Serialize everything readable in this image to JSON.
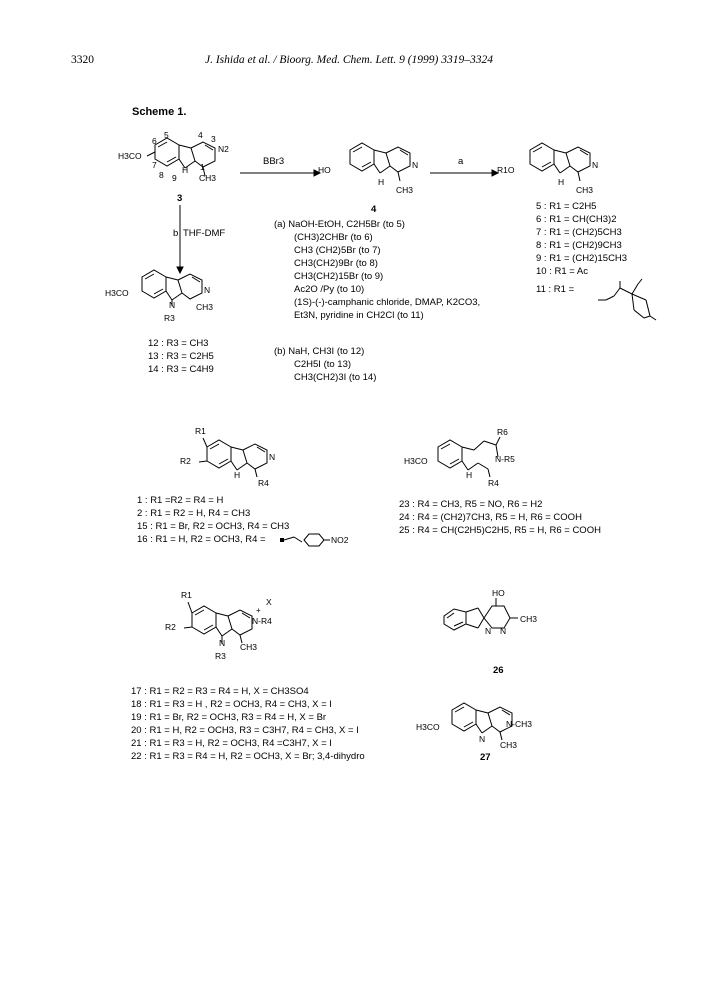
{
  "header": {
    "page_number": "3320",
    "running_title": "J. Ishida et al. / Bioorg. Med. Chem. Lett. 9 (1999) 3319–3324"
  },
  "scheme": {
    "title": "Scheme 1.",
    "arrow_bbr3": "BBr3",
    "arrow_a": "a",
    "arrow_b": "b",
    "arrow_b_reagent": "THF-DMF",
    "cmpd_3": "3",
    "cmpd_4": "4",
    "conditions_a": [
      "(a)  NaOH-EtOH, C2H5Br (to 5)",
      "(CH3)2CHBr (to 6)",
      "CH3 (CH2)5Br (to 7)",
      "CH3(CH2)9Br (to 8)",
      "CH3(CH2)15Br (to 9)",
      "Ac2O /Py (to 10)",
      "(1S)-(-)-camphanic chloride, DMAP, K2CO3,",
      "Et3N, pyridine in CH2Cl (to 11)"
    ],
    "conditions_b": [
      "(b)  NaH, CH3I (to 12)",
      "C2H5I (to 13)",
      "CH3(CH2)3I (to 14)"
    ],
    "products_5_11": [
      "5 : R1 = C2H5",
      "6 : R1 = CH(CH3)2",
      "7 : R1 = (CH2)5CH3",
      "8 : R1 = (CH2)9CH3",
      "9 : R1 = (CH2)15CH3",
      "10 : R1 = Ac",
      "11 : R1 ="
    ],
    "products_12_14": [
      "12 : R3 = CH3",
      "13 : R3 = C2H5",
      "14 : R3 = C4H9"
    ],
    "list_1_16": [
      "1 :  R1 =R2 = R4 = H",
      "2 :  R1 = R2 = H, R4 = CH3",
      "15 :  R1 = Br, R2 = OCH3, R4 = CH3",
      "16 :  R1 = H, R2 = OCH3, R4 ="
    ],
    "substituent_16": "NO2",
    "list_23_25": [
      "23 : R4 = CH3, R5 = NO, R6 = H2",
      "24 : R4 = (CH2)7CH3, R5 = H, R6 = COOH",
      "25 : R4 = CH(C2H5)C2H5, R5 = H, R6 = COOH"
    ],
    "list_17_22": [
      "17 : R1 = R2 = R3 = R4 = H, X = CH3SO4",
      "18 : R1 = R3 = H , R2 = OCH3, R4 = CH3, X = I",
      "19 : R1 = Br, R2 = OCH3, R3 = R4 = H, X = Br",
      "20 : R1 = H, R2 = OCH3, R3 = C3H7, R4 = CH3, X = I",
      "21 : R1 = R3 = H, R2 = OCH3, R4 =C3H7, X = I",
      "22 : R1 = R3 = R4 = H, R2 = OCH3, X = Br; 3,4-dihydro"
    ],
    "cmpd_26": "26",
    "cmpd_27": "27",
    "atoms": {
      "h3co": "H3CO",
      "ho": "HO",
      "r1o": "R1O",
      "n": "N",
      "h": "H",
      "ch3": "CH3",
      "r1": "R1",
      "r2": "R2",
      "r3": "R3",
      "r4": "R4",
      "r5": "N-R5",
      "r6": "R6",
      "nch3": "N-CH3",
      "nr4": "N-R4",
      "xminus": "X",
      "plus": "+",
      "n2": "N2",
      "num1": "1",
      "num3": "3",
      "num4": "4",
      "num5": "5",
      "num6": "6",
      "num7": "7",
      "num8": "8",
      "num9": "9"
    }
  }
}
